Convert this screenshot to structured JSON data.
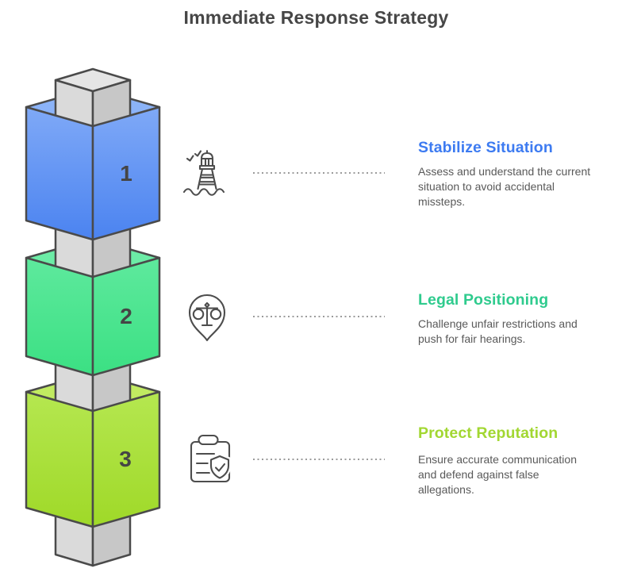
{
  "title": "Immediate Response Strategy",
  "steps": [
    {
      "number": "1",
      "heading": "Stabilize Situation",
      "description": "Assess and understand the current\nsituation to avoid accidental\nmissteps.",
      "heading_color": "#3d7bf1",
      "icon": "lighthouse-icon",
      "cube_top_color": "#8bb3f8",
      "cube_gradient_top": "#7fa9f7",
      "cube_gradient_bottom": "#4b83f0"
    },
    {
      "number": "2",
      "heading": "Legal Positioning",
      "description": "Challenge unfair restrictions and\npush for fair hearings.",
      "heading_color": "#2fcb8e",
      "icon": "scales-pin-icon",
      "cube_top_color": "#6ceca6",
      "cube_gradient_top": "#5ee99d",
      "cube_gradient_bottom": "#3be083"
    },
    {
      "number": "3",
      "heading": "Protect Reputation",
      "description": "Ensure accurate communication\nand defend against false\nallegations.",
      "heading_color": "#a2d732",
      "icon": "clipboard-shield-icon",
      "cube_top_color": "#c1eb61",
      "cube_gradient_top": "#b5e750",
      "cube_gradient_bottom": "#9fd928"
    }
  ],
  "graphic": {
    "pillar_top_color": "#e5e5e5",
    "pillar_left_color": "#dadada",
    "pillar_right_color": "#c7c7c7",
    "outline_color": "#4a4a4a",
    "number_color": "#454545",
    "title_color": "#464646",
    "description_color": "#595959",
    "dotted_line_color": "#9b9b9b",
    "icon_stroke_color": "#4d4d4d"
  }
}
